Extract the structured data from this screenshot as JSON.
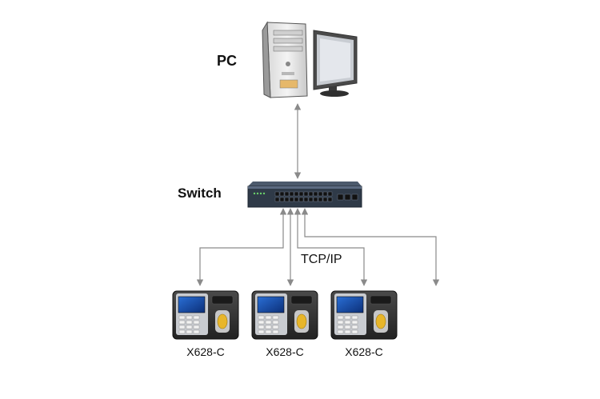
{
  "labels": {
    "pc": "PC",
    "switch": "Switch",
    "protocol": "TCP/IP"
  },
  "devices": [
    {
      "model": "X628-C"
    },
    {
      "model": "X628-C"
    },
    {
      "model": "X628-C"
    }
  ],
  "icons": {
    "pc": "desktop-pc-icon",
    "switch": "network-switch-icon",
    "terminal": "fingerprint-terminal-icon"
  },
  "colors": {
    "link": "#8a8a8a",
    "switch_body": "#2f3a48",
    "device_body": "#3a3a3a",
    "screen": "#1d4fa8"
  }
}
